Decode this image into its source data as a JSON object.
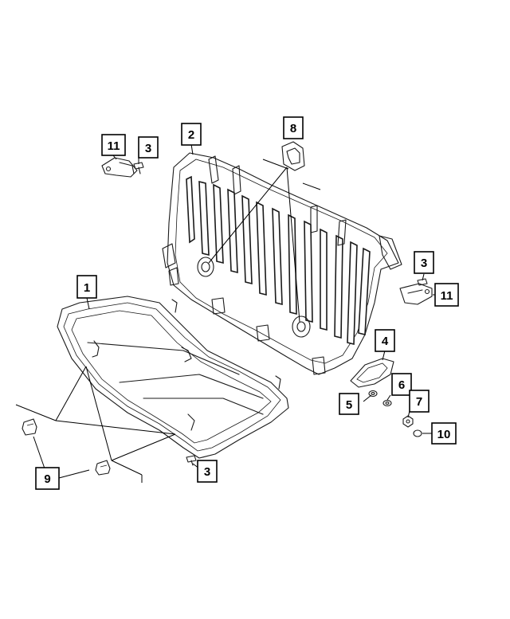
{
  "diagram": {
    "callouts": [
      {
        "id": "c1",
        "label": "1"
      },
      {
        "id": "c2",
        "label": "2"
      },
      {
        "id": "c3a",
        "label": "3"
      },
      {
        "id": "c3b",
        "label": "3"
      },
      {
        "id": "c3c",
        "label": "3"
      },
      {
        "id": "c4",
        "label": "4"
      },
      {
        "id": "c5",
        "label": "5"
      },
      {
        "id": "c6",
        "label": "6"
      },
      {
        "id": "c7",
        "label": "7"
      },
      {
        "id": "c8",
        "label": "8"
      },
      {
        "id": "c9",
        "label": "9"
      },
      {
        "id": "c10",
        "label": "10"
      },
      {
        "id": "c11a",
        "label": "11"
      },
      {
        "id": "c11b",
        "label": "11"
      }
    ]
  }
}
